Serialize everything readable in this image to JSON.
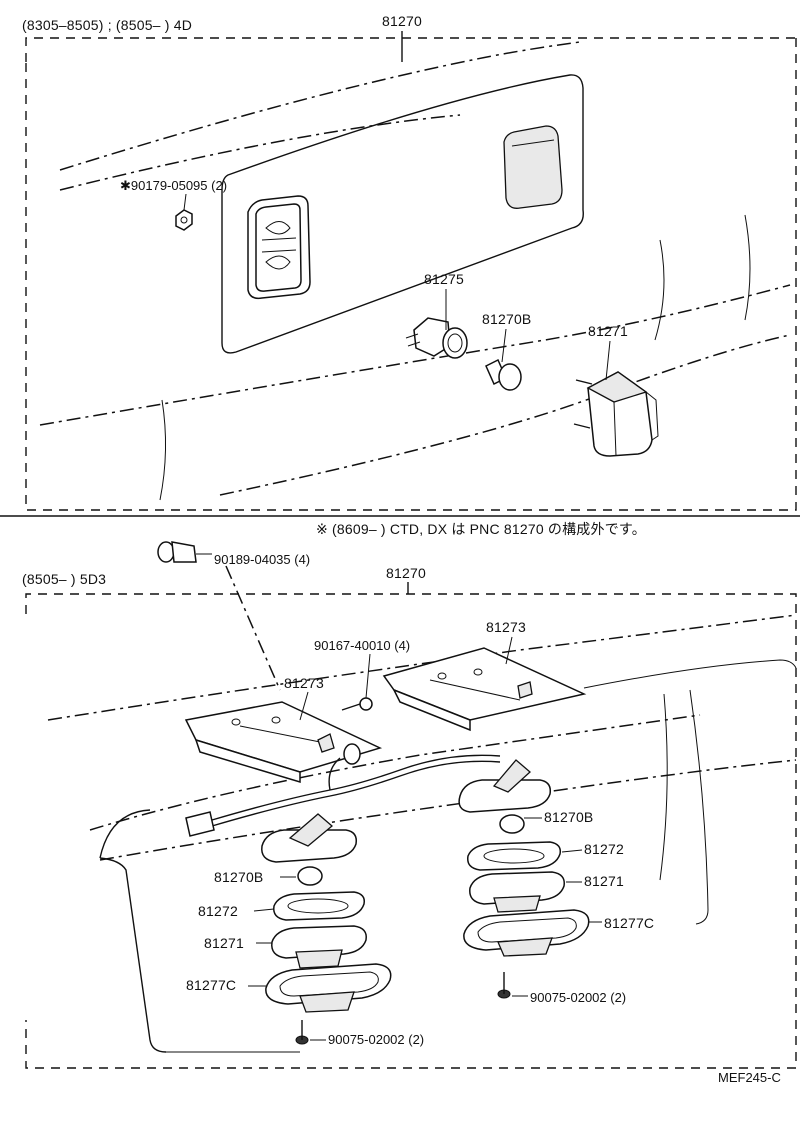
{
  "top_section": {
    "header": "(8305–8505) ; (8505–        ) 4D",
    "assembly_number": "81270",
    "parts": {
      "nut": "✱90179-05095 (2)",
      "socket": "81275",
      "bulb": "81270B",
      "lamp": "81271"
    }
  },
  "note": "※ (8609–        ) CTD, DX は PNC 81270 の構成外です。",
  "connector_callout": "90189-04035 (4)",
  "bottom_section": {
    "header": "(8505–        ) 5D3",
    "assembly_number": "81270",
    "left_parts": {
      "bracket": "81273",
      "bulb": "81270B",
      "gasket": "81272",
      "lens": "81271",
      "housing": "81277C",
      "screw": "90075-02002 (2)"
    },
    "right_parts": {
      "clip": "90167-40010 (4)",
      "bracket": "81273",
      "bulb": "81270B",
      "gasket": "81272",
      "lens": "81271",
      "housing": "81277C",
      "screw": "90075-02002 (2)"
    }
  },
  "figure_code": "MEF245-C"
}
